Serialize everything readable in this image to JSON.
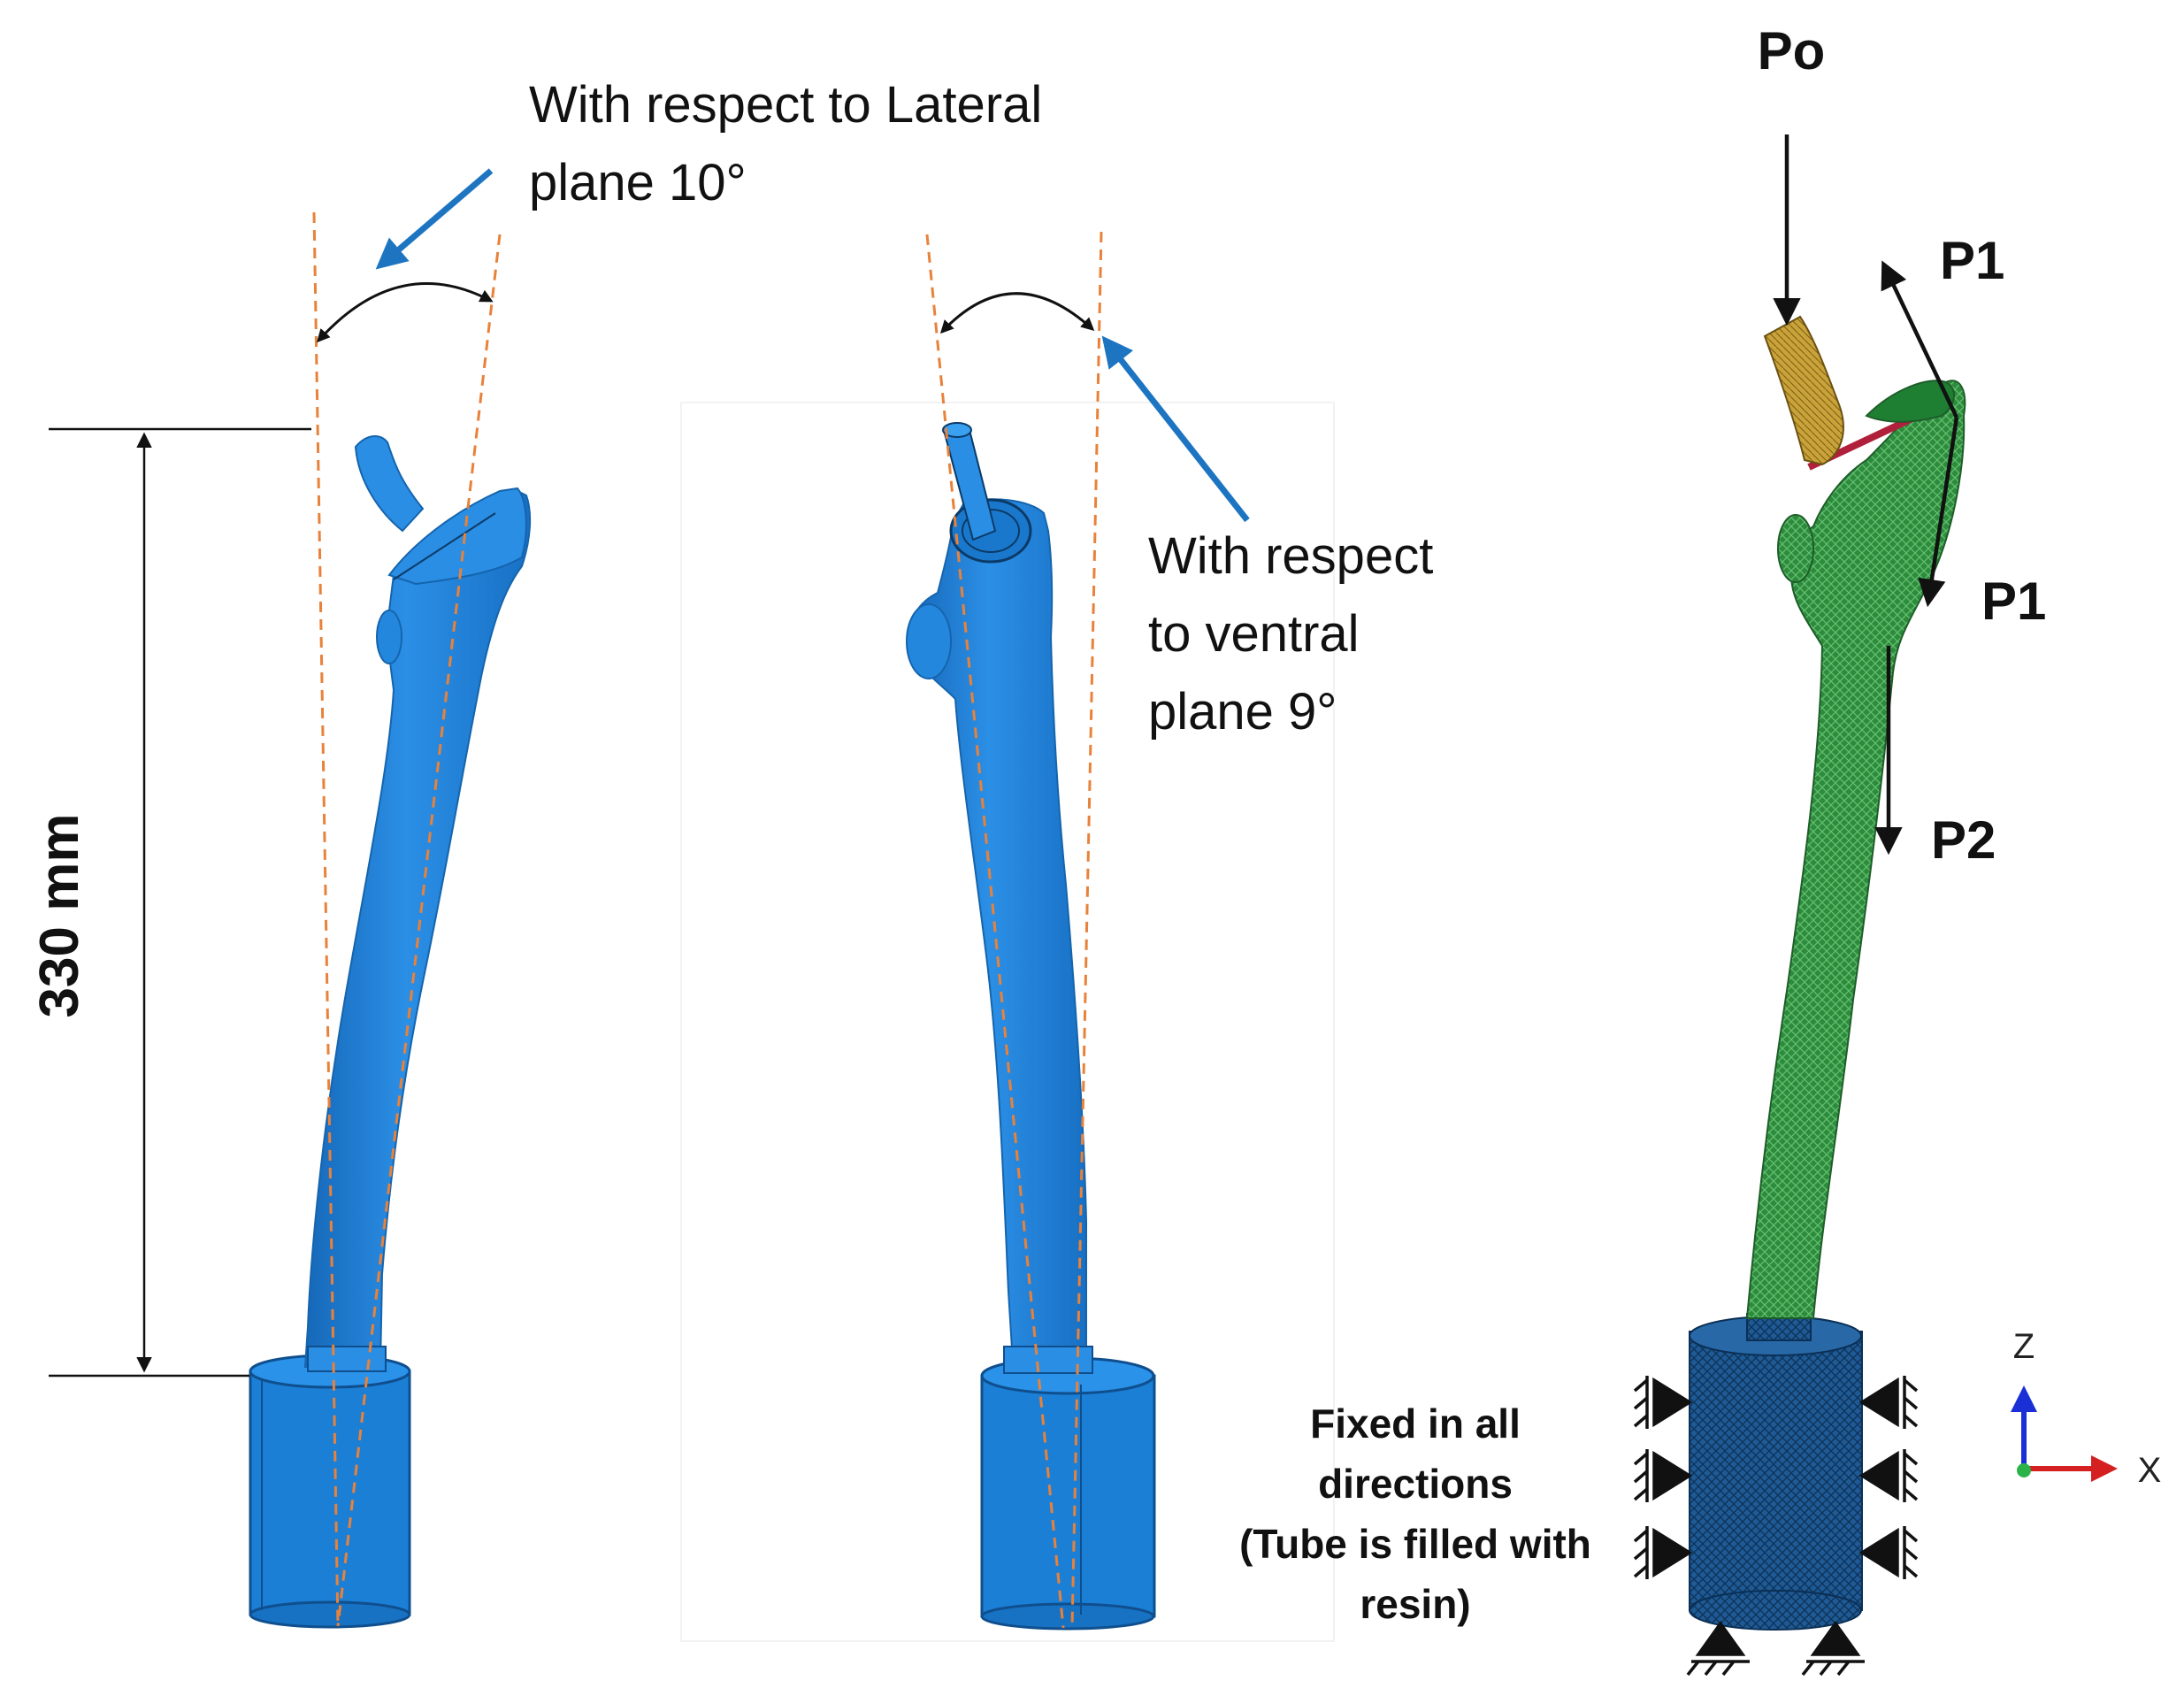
{
  "colors": {
    "bone_blue": "#1b7fd6",
    "bone_blue_edge": "#1564ad",
    "guide_orange": "#e8823a",
    "pointer_blue": "#1d75c2",
    "mesh_green": "#2e8b3e",
    "mesh_blue": "#1f5a94",
    "implant_gold": "#c9a23a",
    "axis_z": "#1a2fd6",
    "axis_x": "#d42020",
    "arrow_black": "#111111"
  },
  "panel_lateral": {
    "annotation_line1": "With respect to Lateral",
    "annotation_line2": "plane 10°",
    "dimension_label": "330 mm"
  },
  "panel_ventral": {
    "annotation_line1": "With respect",
    "annotation_line2": "to ventral",
    "annotation_line3": "plane 9°"
  },
  "panel_fe_model": {
    "load_po": "Po",
    "load_p1_upper": "P1",
    "load_p1_lower": "P1",
    "load_p2": "P2",
    "boundary_line1": "Fixed in all",
    "boundary_line2": "directions",
    "boundary_line3": "(Tube is filled with",
    "boundary_line4": "resin)",
    "axis_z_label": "Z",
    "axis_x_label": "X"
  }
}
